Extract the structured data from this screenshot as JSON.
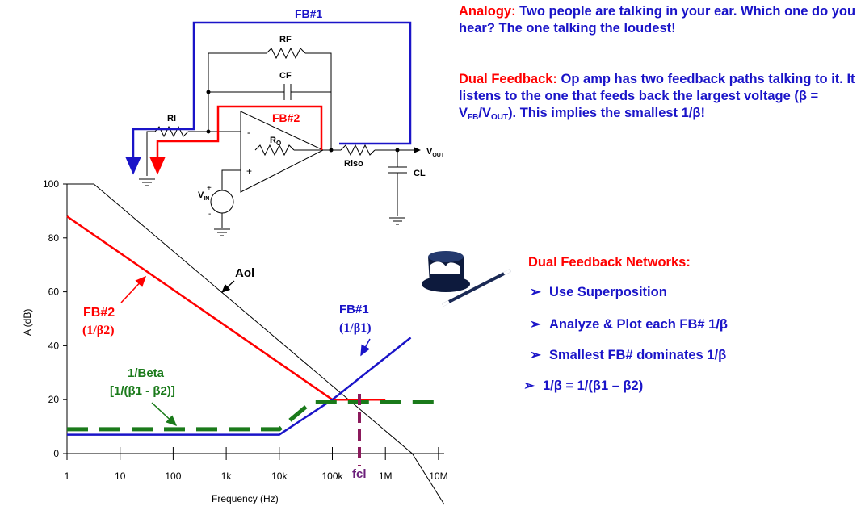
{
  "circuit": {
    "fb1": "FB#1",
    "fb2": "FB#2",
    "rf": "RF",
    "cf": "CF",
    "ri": "RI",
    "ro": "R",
    "ro_sub": "O",
    "riso": "Riso",
    "cl": "CL",
    "vout": "V",
    "vout_sub": "OUT",
    "vin": "V",
    "vin_sub": "IN",
    "minus": "-",
    "plus": "+"
  },
  "notes": {
    "analogy_label": "Analogy:",
    "analogy_text": " Two people are talking in your ear. Which one do you hear?   The one talking the loudest!",
    "dual_label": "Dual Feedback:",
    "dual_text_1": " Op amp has two feedback paths talking to it. It listens to the one that feeds back the largest voltage (β = V",
    "dual_sub_fb": "FB",
    "dual_slash": "/V",
    "dual_sub_out": "OUT",
    "dual_text_2": "). This implies the smallest 1/β!"
  },
  "networks": {
    "title": "Dual Feedback Networks:",
    "bullets": [
      "Use Superposition",
      "Analyze & Plot each FB# 1/β",
      "Smallest FB# dominates 1/β",
      "1/β = 1/(β1 – β2)"
    ],
    "arrow_glyph": "➢"
  },
  "chart_data": {
    "type": "line",
    "xlabel": "Frequency (Hz)",
    "ylabel": "A (dB)",
    "x_scale": "log",
    "x_ticks": [
      "1",
      "10",
      "100",
      "1k",
      "10k",
      "100k",
      "1M",
      "10M"
    ],
    "y_ticks": [
      "0",
      "20",
      "40",
      "60",
      "80",
      "100"
    ],
    "ylim": [
      0,
      100
    ],
    "series": [
      {
        "name": "Aol",
        "color": "#000000",
        "points": [
          [
            1,
            100
          ],
          [
            3.2,
            100
          ],
          [
            3200000,
            0
          ]
        ]
      },
      {
        "name": "FB#2 (1/β2)",
        "color": "#ff0000",
        "points": [
          [
            1,
            88
          ],
          [
            100000,
            20
          ],
          [
            1000000,
            20
          ]
        ]
      },
      {
        "name": "FB#1 (1/β1)",
        "color": "#1a14c8",
        "points": [
          [
            1,
            7
          ],
          [
            10000,
            7
          ],
          [
            100000,
            20
          ],
          [
            3000000,
            43
          ]
        ]
      },
      {
        "name": "1/Beta [1/(β1 - β2)]",
        "color": "#1a7a1a",
        "points": [
          [
            1,
            9
          ],
          [
            10000,
            9
          ],
          [
            40000,
            19
          ],
          [
            10000000,
            19
          ]
        ]
      }
    ],
    "annotations": {
      "aol": "Aol",
      "fb2_line1": "FB#2",
      "fb2_line2": "(1/β2)",
      "fb1_line1": "FB#1",
      "fb1_line2": "(1/β1)",
      "beta_line1": "1/Beta",
      "beta_line2": "[1/(β1 - β2)]",
      "fcl": "fcl"
    }
  }
}
